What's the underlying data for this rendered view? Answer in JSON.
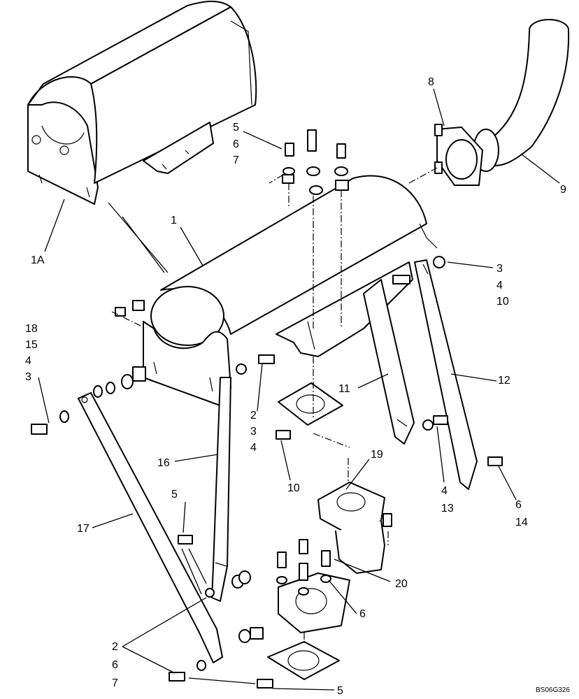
{
  "diagram": {
    "drawing_code": "BS06G326",
    "callouts": [
      {
        "id": "c-1a",
        "text": "1A"
      },
      {
        "id": "c-1",
        "text": "1"
      },
      {
        "id": "c-5-top",
        "text": "5"
      },
      {
        "id": "c-6-top",
        "text": "6"
      },
      {
        "id": "c-7-top",
        "text": "7"
      },
      {
        "id": "c-8",
        "text": "8"
      },
      {
        "id": "c-9",
        "text": "9"
      },
      {
        "id": "c-3-right",
        "text": "3"
      },
      {
        "id": "c-4-right",
        "text": "4"
      },
      {
        "id": "c-10-right",
        "text": "10"
      },
      {
        "id": "c-18",
        "text": "18"
      },
      {
        "id": "c-15",
        "text": "15"
      },
      {
        "id": "c-4-left",
        "text": "4"
      },
      {
        "id": "c-3-left",
        "text": "3"
      },
      {
        "id": "c-11",
        "text": "11"
      },
      {
        "id": "c-12",
        "text": "12"
      },
      {
        "id": "c-2-mid",
        "text": "2"
      },
      {
        "id": "c-3-mid",
        "text": "3"
      },
      {
        "id": "c-4-mid",
        "text": "4"
      },
      {
        "id": "c-16",
        "text": "16"
      },
      {
        "id": "c-10-mid",
        "text": "10"
      },
      {
        "id": "c-19",
        "text": "19"
      },
      {
        "id": "c-4-low",
        "text": "4"
      },
      {
        "id": "c-13",
        "text": "13"
      },
      {
        "id": "c-6-low",
        "text": "6"
      },
      {
        "id": "c-14",
        "text": "14"
      },
      {
        "id": "c-5-mid",
        "text": "5"
      },
      {
        "id": "c-17",
        "text": "17"
      },
      {
        "id": "c-20",
        "text": "20"
      },
      {
        "id": "c-6-mid",
        "text": "6"
      },
      {
        "id": "c-2-bot",
        "text": "2"
      },
      {
        "id": "c-6-bot",
        "text": "6"
      },
      {
        "id": "c-7-bot",
        "text": "7"
      },
      {
        "id": "c-5-bot",
        "text": "5"
      }
    ]
  }
}
